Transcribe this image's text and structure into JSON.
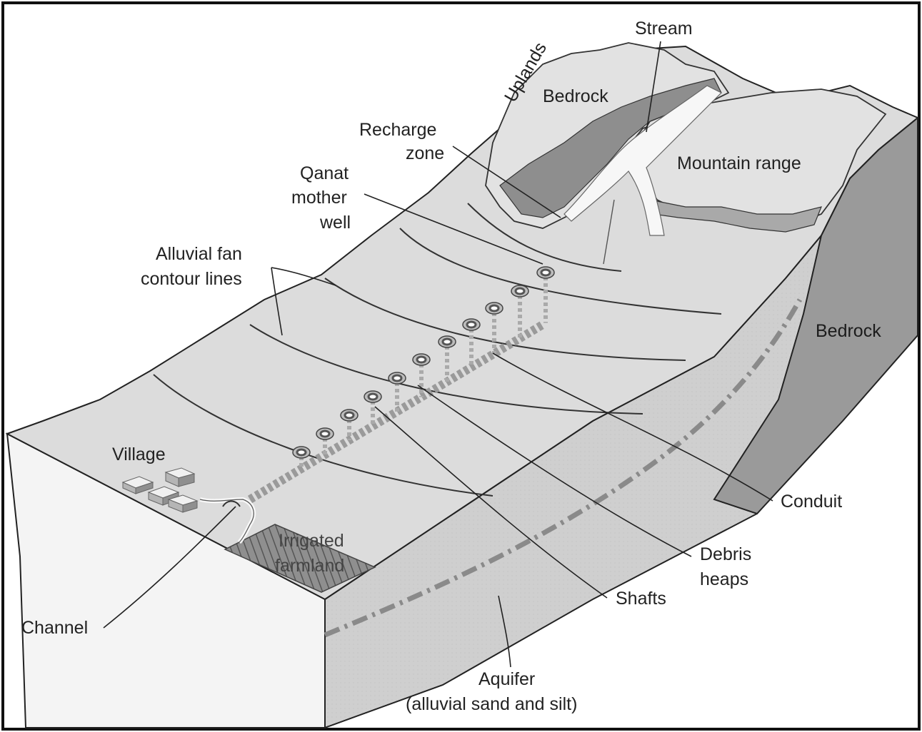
{
  "colors": {
    "surface": "#dcdcdc",
    "front_face": "#f4f4f4",
    "side_face": "#c9c9c9",
    "bedrock_face": "#9a9a9a",
    "mountain": "#e2e2e2",
    "cliff": "#8e8e8e",
    "water_table": "#8a8a8a",
    "border": "#111111"
  },
  "icons": {
    "shaft": "well-shaft-icon",
    "building": "house-block-icon",
    "farmland": "hatched-field-icon"
  },
  "labels": {
    "uplands": "Uplands",
    "stream": "Stream",
    "bedrock_top": "Bedrock",
    "recharge_zone_line1": "Recharge",
    "recharge_zone_line2": "zone",
    "mountain_range": "Mountain range",
    "qanat_line1": "Qanat",
    "qanat_line2": "mother",
    "qanat_line3": "well",
    "alluvial_line1": "Alluvial fan",
    "alluvial_line2": "contour lines",
    "bedrock_side": "Bedrock",
    "village": "Village",
    "irrigated_line1": "Irrigated",
    "irrigated_line2": "farmland",
    "conduit": "Conduit",
    "debris_line1": "Debris",
    "debris_line2": "heaps",
    "shafts": "Shafts",
    "channel": "Channel",
    "aquifer_line1": "Aquifer",
    "aquifer_line2": "(alluvial sand and silt)"
  }
}
